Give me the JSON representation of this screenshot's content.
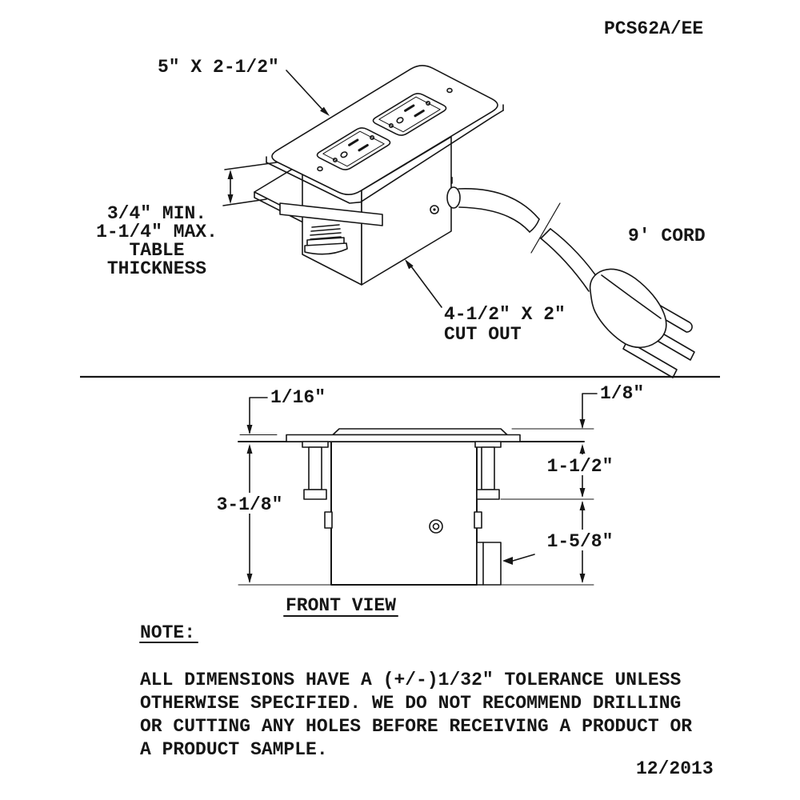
{
  "header": {
    "part_number": "PCS62A/EE"
  },
  "footer": {
    "date": "12/2013"
  },
  "iso": {
    "plate_dim": "5\" X 2-1/2\"",
    "thickness_line1": "3/4\" MIN.",
    "thickness_line2": "1-1/4\" MAX.",
    "thickness_line3": "TABLE",
    "thickness_line4": "THICKNESS",
    "cord": "9' CORD",
    "cutout_line1": "4-1/2\" X 2\"",
    "cutout_line2": "CUT OUT"
  },
  "front": {
    "title": "FRONT VIEW",
    "dim_plate_lip": "1/16\"",
    "dim_cover_lip": "1/8\"",
    "dim_upper": "1-1/2\"",
    "dim_total": "3-1/8\"",
    "dim_lower": "1-5/8\""
  },
  "note": {
    "heading": "NOTE:",
    "lines": [
      "ALL DIMENSIONS HAVE A (+/-)1/32\" TOLERANCE UNLESS",
      "OTHERWISE SPECIFIED. WE DO NOT RECOMMEND DRILLING",
      "OR CUTTING ANY HOLES BEFORE RECEIVING A PRODUCT OR",
      "A PRODUCT SAMPLE."
    ]
  }
}
